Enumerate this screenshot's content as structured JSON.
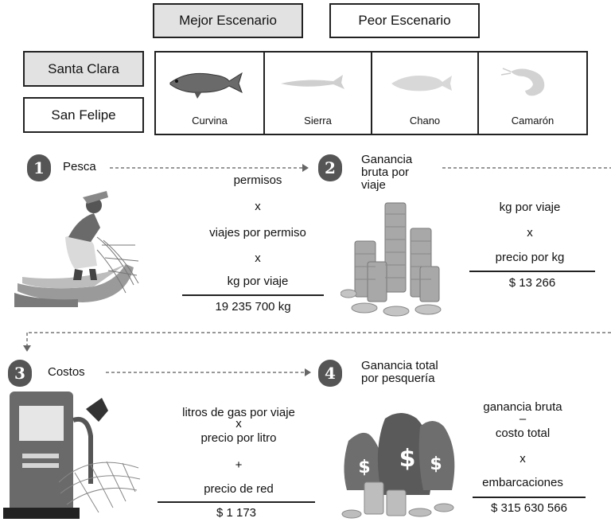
{
  "scenario_tabs": [
    {
      "label": "Mejor Escenario",
      "selected": true
    },
    {
      "label": "Peor Escenario",
      "selected": false
    }
  ],
  "locations": [
    {
      "label": "Santa Clara",
      "selected": true
    },
    {
      "label": "San Felipe",
      "selected": false
    }
  ],
  "species": [
    {
      "label": "Curvina",
      "selected": true
    },
    {
      "label": "Sierra",
      "selected": false
    },
    {
      "label": "Chano",
      "selected": false
    },
    {
      "label": "Camarón",
      "selected": false
    }
  ],
  "steps": {
    "s1": {
      "number": "1",
      "title": "Pesca",
      "lines": [
        "permisos",
        "x",
        "viajes por permiso",
        "x",
        "kg por viaje"
      ],
      "result": "19 235 700 kg"
    },
    "s2": {
      "number": "2",
      "title_lines": [
        "Ganancia",
        "bruta por",
        "viaje"
      ],
      "lines": [
        "kg por viaje",
        "x",
        "precio por kg"
      ],
      "result": "$ 13 266"
    },
    "s3": {
      "number": "3",
      "title": "Costos",
      "lines": [
        "litros de gas por viaje",
        "x",
        "precio por litro",
        "+",
        "precio de red"
      ],
      "result": "$ 1 173"
    },
    "s4": {
      "number": "4",
      "title_lines": [
        "Ganancia total",
        "por pesquería"
      ],
      "lines": [
        "ganancia bruta",
        "–",
        "costo total",
        "x",
        "embarcaciones"
      ],
      "result": "$ 315 630 566"
    }
  },
  "colors": {
    "selected_bg": "#e2e2e2",
    "border": "#222222",
    "badge": "#555555"
  }
}
